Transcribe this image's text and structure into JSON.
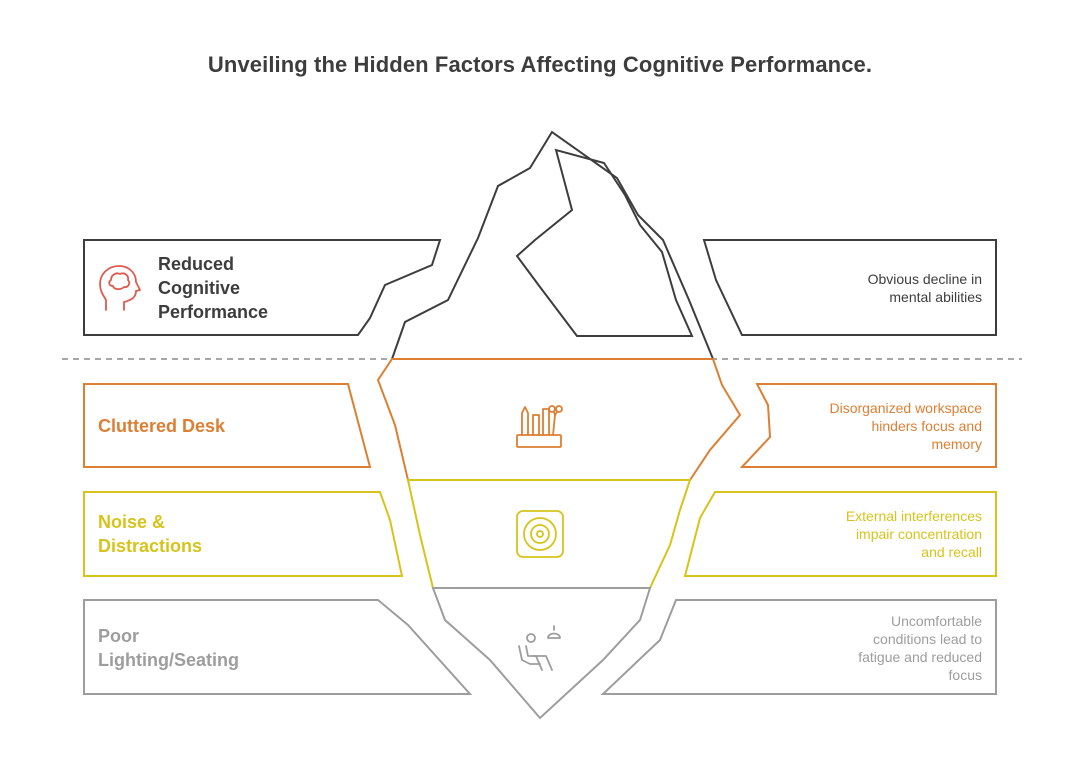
{
  "title": "Unveiling the Hidden Factors Affecting Cognitive Performance.",
  "colors": {
    "dark": "#3d3d3d",
    "orange": "#dc7f33",
    "yellow": "#d6c41b",
    "gray": "#9d9d9d",
    "red": "#e05a4f",
    "dashed": "#8a8a8a"
  },
  "levels": [
    {
      "label": "Reduced\nCognitive\nPerformance",
      "description": "Obvious decline in\nmental abilities",
      "icon": "head-brain-icon"
    },
    {
      "label": "Cluttered Desk",
      "description": "Disorganized workspace\nhinders focus and\nmemory",
      "icon": "desk-organizer-icon"
    },
    {
      "label": "Noise &\nDistractions",
      "description": "External interferences\nimpair concentration\nand recall",
      "icon": "speaker-icon"
    },
    {
      "label": "Poor\nLighting/Seating",
      "description": "Uncomfortable\nconditions lead to\nfatigue and reduced\nfocus",
      "icon": "person-seat-lamp-icon"
    }
  ]
}
